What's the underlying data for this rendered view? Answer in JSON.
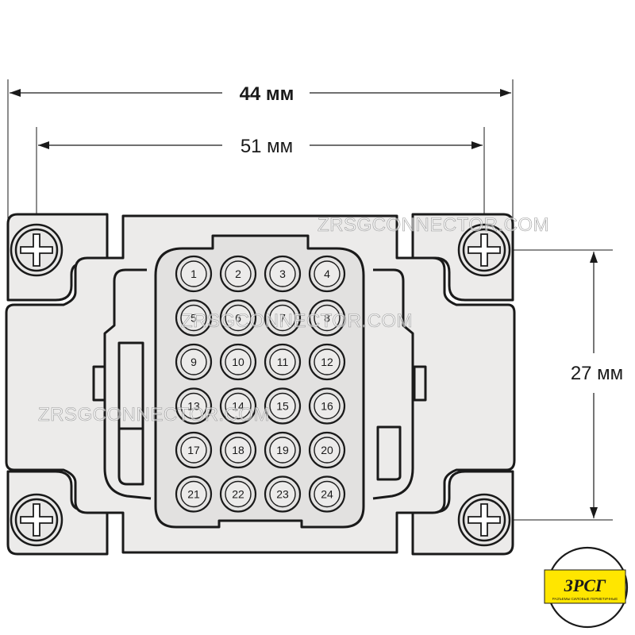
{
  "dimensions": {
    "overall_width": "44 мм",
    "screw_spacing": "51 мм",
    "screw_vertical_spacing": "27 мм"
  },
  "pins": [
    {
      "label": "1",
      "row": 0,
      "col": 0
    },
    {
      "label": "2",
      "row": 0,
      "col": 1
    },
    {
      "label": "3",
      "row": 0,
      "col": 2
    },
    {
      "label": "4",
      "row": 0,
      "col": 3
    },
    {
      "label": "5",
      "row": 1,
      "col": 0
    },
    {
      "label": "6",
      "row": 1,
      "col": 1
    },
    {
      "label": "7",
      "row": 1,
      "col": 2
    },
    {
      "label": "8",
      "row": 1,
      "col": 3
    },
    {
      "label": "9",
      "row": 2,
      "col": 0
    },
    {
      "label": "10",
      "row": 2,
      "col": 1
    },
    {
      "label": "11",
      "row": 2,
      "col": 2
    },
    {
      "label": "12",
      "row": 2,
      "col": 3
    },
    {
      "label": "13",
      "row": 3,
      "col": 0
    },
    {
      "label": "14",
      "row": 3,
      "col": 1
    },
    {
      "label": "15",
      "row": 3,
      "col": 2
    },
    {
      "label": "16",
      "row": 3,
      "col": 3
    },
    {
      "label": "17",
      "row": 4,
      "col": 0
    },
    {
      "label": "18",
      "row": 4,
      "col": 1
    },
    {
      "label": "19",
      "row": 4,
      "col": 2
    },
    {
      "label": "20",
      "row": 4,
      "col": 3
    },
    {
      "label": "21",
      "row": 5,
      "col": 0
    },
    {
      "label": "22",
      "row": 5,
      "col": 1
    },
    {
      "label": "23",
      "row": 5,
      "col": 2
    },
    {
      "label": "24",
      "row": 5,
      "col": 3
    }
  ],
  "watermarks": [
    "ZRSGCONNECTOR.COM",
    "ZRSGCONNECTOR.COM",
    "ZRSGCONNECTOR.COM"
  ],
  "logo": {
    "main": "ЗРСГ",
    "sub": "РАЗЪЕМЫ СИЛОВЫЕ ГЕРМЕТИЧНЫЕ",
    "band_color": "#ffe600"
  },
  "colors": {
    "body": "#ecebea",
    "face": "#e2e1e0",
    "line": "#1a1a1a"
  }
}
